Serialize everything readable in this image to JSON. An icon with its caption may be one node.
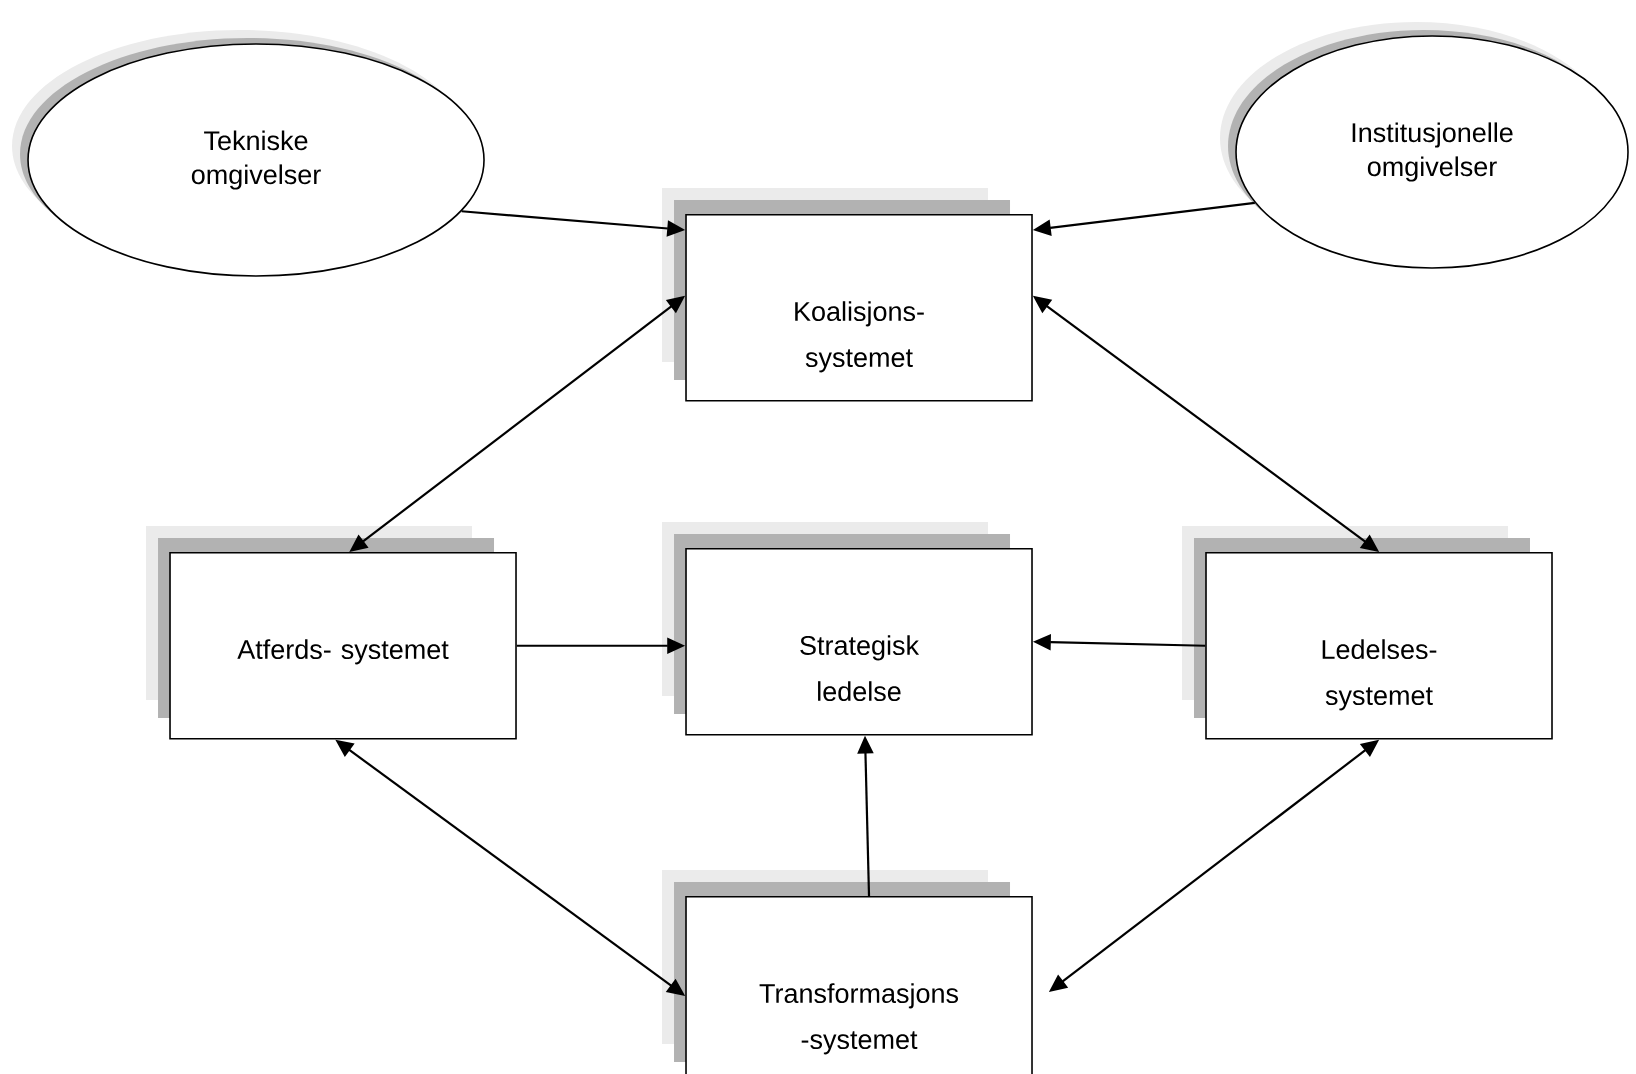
{
  "diagram": {
    "nodes": [
      {
        "text": [
          "Tekniske omgivelser"
        ]
      },
      {
        "text": [
          "Institusjonelle omgivelser"
        ]
      },
      {
        "text": [
          "Koalisjons- systemet"
        ]
      },
      {
        "text": [
          "Atferds- systemet"
        ]
      },
      {
        "text": [
          "Strategisk ledelse"
        ]
      },
      {
        "text": [
          "Ledelses- systemet"
        ]
      },
      {
        "text": [
          "Transformasjons -systemet"
        ]
      }
    ],
    "edges": [
      {
        "from": 0,
        "to": 2,
        "arrow": "to"
      },
      {
        "from": 1,
        "to": 2,
        "arrow": "to"
      },
      {
        "from": 2,
        "to": 3,
        "arrow": "both"
      },
      {
        "from": 2,
        "to": 5,
        "arrow": "both"
      },
      {
        "from": 3,
        "to": 4,
        "arrow": "to"
      },
      {
        "from": 5,
        "to": 4,
        "arrow": "to"
      },
      {
        "from": 6,
        "to": 4,
        "arrow": "to"
      },
      {
        "from": 3,
        "to": 6,
        "arrow": "both"
      },
      {
        "from": 5,
        "to": 6,
        "arrow": "both"
      }
    ]
  }
}
